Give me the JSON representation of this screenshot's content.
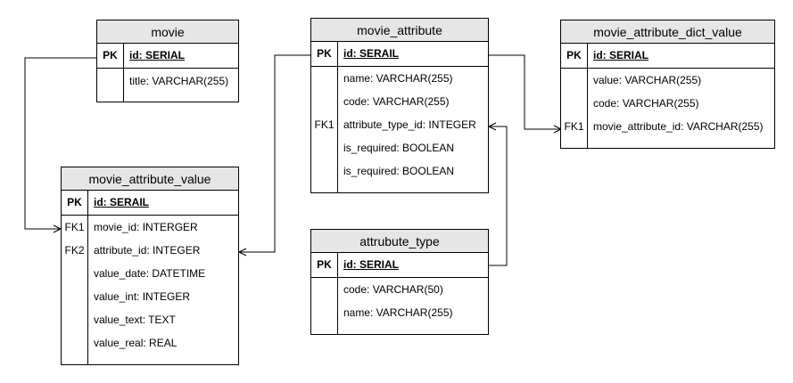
{
  "tables": {
    "movie": {
      "title": "movie",
      "pk": {
        "key": "PK",
        "field": "id: SERIAL"
      },
      "rows": [
        {
          "key": "",
          "field": "title: VARCHAR(255)"
        }
      ]
    },
    "movie_attribute_value": {
      "title": "movie_attribute_value",
      "pk": {
        "key": "PK",
        "field": "id: SERAIL"
      },
      "rows": [
        {
          "key": "FK1",
          "field": "movie_id: INTERGER"
        },
        {
          "key": "FK2",
          "field": "attribute_id: INTEGER"
        },
        {
          "key": "",
          "field": "value_date: DATETIME"
        },
        {
          "key": "",
          "field": "value_int: INTEGER"
        },
        {
          "key": "",
          "field": "value_text: TEXT"
        },
        {
          "key": "",
          "field": "value_real: REAL"
        }
      ]
    },
    "movie_attribute": {
      "title": "movie_attribute",
      "pk": {
        "key": "PK",
        "field": "id: SERAIL"
      },
      "rows": [
        {
          "key": "",
          "field": "name: VARCHAR(255)"
        },
        {
          "key": "",
          "field": "code: VARCHAR(255)"
        },
        {
          "key": "FK1",
          "field": "attribute_type_id: INTEGER"
        },
        {
          "key": "",
          "field": "is_required: BOOLEAN"
        },
        {
          "key": "",
          "field": "is_required: BOOLEAN"
        }
      ]
    },
    "attrubute_type": {
      "title": "attrubute_type",
      "pk": {
        "key": "PK",
        "field": "id: SERIAL"
      },
      "rows": [
        {
          "key": "",
          "field": "code: VARCHAR(50)"
        },
        {
          "key": "",
          "field": "name: VARCHAR(255)"
        }
      ]
    },
    "movie_attribute_dict_value": {
      "title": "movie_attribute_dict_value",
      "pk": {
        "key": "PK",
        "field": "id: SERIAL"
      },
      "rows": [
        {
          "key": "",
          "field": "value: VARCHAR(255)"
        },
        {
          "key": "",
          "field": "code: VARCHAR(255)"
        },
        {
          "key": "FK1",
          "field": "movie_attribute_id: VARCHAR(255)"
        }
      ]
    }
  },
  "colors": {
    "header_fill": "#e6e6e6",
    "line": "#000000",
    "background": "#ffffff"
  }
}
